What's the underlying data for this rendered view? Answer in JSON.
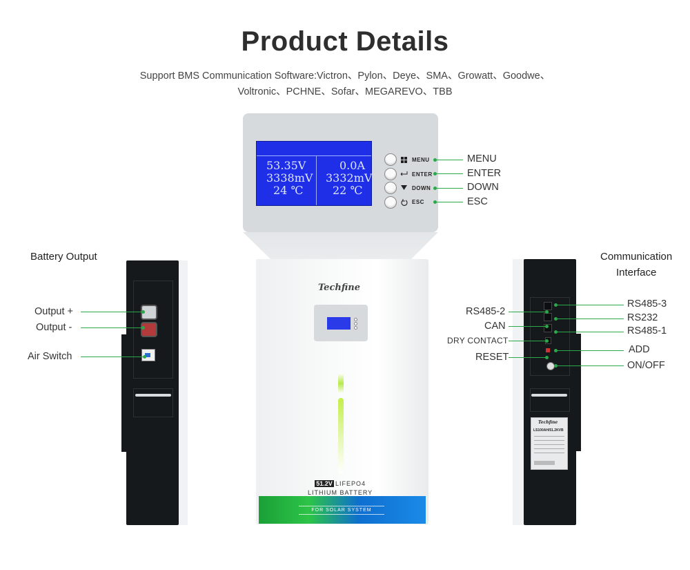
{
  "header": {
    "title": "Product Details",
    "subtitle_line1": "Support BMS Communication Software:Victron、Pylon、Deye、SMA、Growatt、Goodwe、",
    "subtitle_line2": "Voltronic、PCHNE、Sofar、MEGAREVO、TBB"
  },
  "display": {
    "voltage": "53.35V",
    "current": "0.0A",
    "cell_max": "3338mV",
    "cell_min": "3332mV",
    "temp1": "24 ℃",
    "temp2": "22 ℃",
    "buttons": [
      {
        "key": "MENU",
        "icon": "grid-icon",
        "callout": "MENU"
      },
      {
        "key": "ENTER",
        "icon": "enter-icon",
        "callout": "ENTER"
      },
      {
        "key": "DOWN",
        "icon": "down-triangle-icon",
        "callout": "DOWN"
      },
      {
        "key": "ESC",
        "icon": "return-icon",
        "callout": "ESC"
      }
    ]
  },
  "battery_output": {
    "heading": "Battery Output",
    "labels": [
      "Output +",
      "Output -",
      "Air Switch"
    ]
  },
  "communication": {
    "heading_line1": "Communication",
    "heading_line2": "Interface",
    "left_labels": [
      "RS485-2",
      "CAN",
      "DRY CONTACT",
      "RESET"
    ],
    "right_labels": [
      "RS485-3",
      "RS232",
      "RS485-1",
      "ADD",
      "ON/OFF"
    ]
  },
  "battery_front": {
    "brand": "Techfine",
    "voltage_badge": "51.2V",
    "chemistry": "LIFEPO4",
    "type": "LITHIUM BATTERY",
    "stripe_text": "FOR SOLAR SYSTEM"
  },
  "side_sticker": {
    "brand": "Techfine",
    "model": "LS100AH/51.2KVB"
  },
  "colors": {
    "accent_green": "#2aa84a",
    "lcd_blue": "#1f2fe8",
    "title": "#2e2e2e"
  }
}
